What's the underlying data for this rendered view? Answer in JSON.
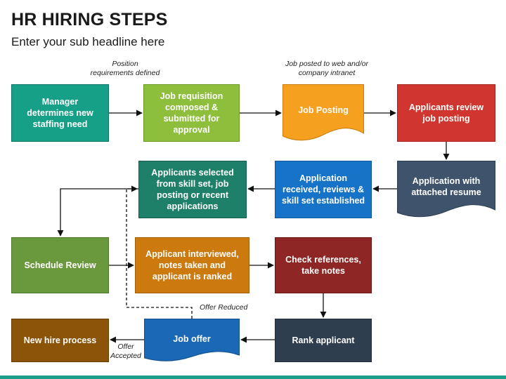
{
  "header": {
    "title": "HR HIRING STEPS",
    "subtitle": "Enter your sub headline here"
  },
  "notes": {
    "position_line1": "Position",
    "position_line2": "requirements defined",
    "job_posted_line1": "Job posted to web and/or",
    "job_posted_line2": "company intranet",
    "offer_reduced": "Offer Reduced",
    "offer_accepted_line1": "Offer",
    "offer_accepted_line2": "Accepted"
  },
  "steps": {
    "manager": "Manager determines new staffing need",
    "job_requisition": "Job requisition composed & submitted for approval",
    "job_posting": "Job Posting",
    "applicants_review": "Applicants review job posting",
    "application_resume": "Application with attached resume",
    "application_received": "Application received, reviews & skill set established",
    "applicants_selected": "Applicants selected from skill set, job posting or recent applications",
    "schedule_review": "Schedule Review",
    "applicant_interviewed": "Applicant interviewed, notes taken and applicant is ranked",
    "check_references": "Check references, take notes",
    "rank_applicant": "Rank applicant",
    "job_offer": "Job offer",
    "new_hire": "New hire process"
  },
  "colors": {
    "teal": "#16a088",
    "light_green": "#8dbf3c",
    "orange": "#f5a01e",
    "red": "#d0362f",
    "navy": "#3f546c",
    "blue": "#1773c8",
    "dark_teal": "#1e8068",
    "olive": "#6a983d",
    "amber": "#cc7a0e",
    "maroon": "#8d2624",
    "slate": "#2f3e4e",
    "mid_blue": "#1a68b6",
    "brown": "#8c5409",
    "accent_bar": "#1a9e8a"
  }
}
